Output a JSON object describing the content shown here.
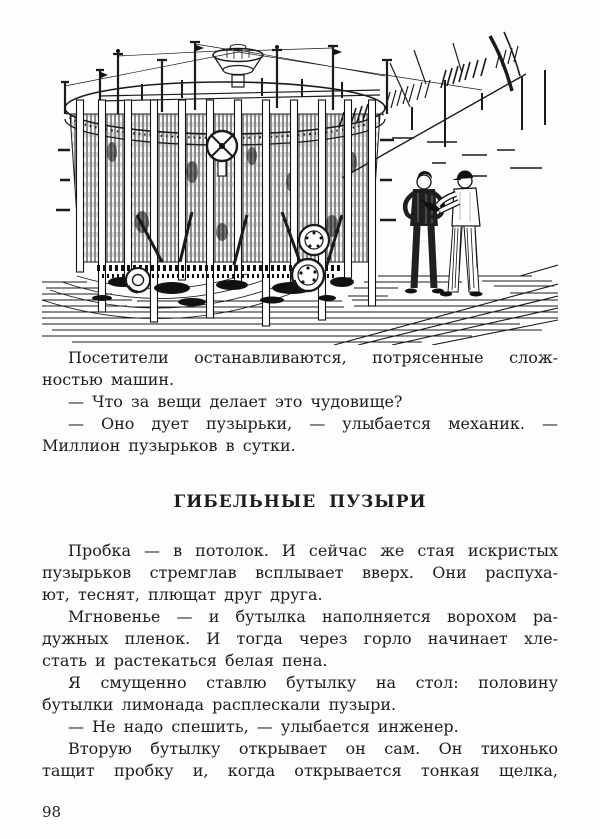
{
  "content": {
    "heading": "ГИБЕЛЬНЫЕ ПУЗЫРИ",
    "page_number": "98",
    "illustration": {
      "name": "rotary-bubble-machine-with-two-workers"
    },
    "paragraphs": [
      {
        "lines": [
          "Посетители останавливаются, потрясенные слож-",
          "ностью машин."
        ]
      },
      {
        "lines": [
          "— Что за вещи делает это чудовище?"
        ]
      },
      {
        "lines": [
          "— Оно дует пузырьки, — улыбается механик. —",
          "Миллион пузырьков в сутки."
        ]
      },
      {
        "lines": [
          "Пробка — в потолок. И сейчас же стая искристых",
          "пузырьков стремглав всплывает вверх. Они распуха-",
          "ют, теснят, плющат друг друга."
        ]
      },
      {
        "lines": [
          "Мгновенье — и бутылка наполняется ворохом ра-",
          "дужных пленок. И тогда через горло начинает хле-",
          "стать и растекаться белая пена."
        ]
      },
      {
        "lines": [
          "Я смущенно ставлю бутылку на стол: половину",
          "бутылки лимонада расплескали пузыри."
        ]
      },
      {
        "lines": [
          "— Не надо спешить, — улыбается инженер."
        ]
      },
      {
        "lines": [
          "Вторую бутылку открывает он сам. Он тихонько",
          "тащит пробку и, когда открывается тонкая щелка,"
        ]
      }
    ]
  }
}
